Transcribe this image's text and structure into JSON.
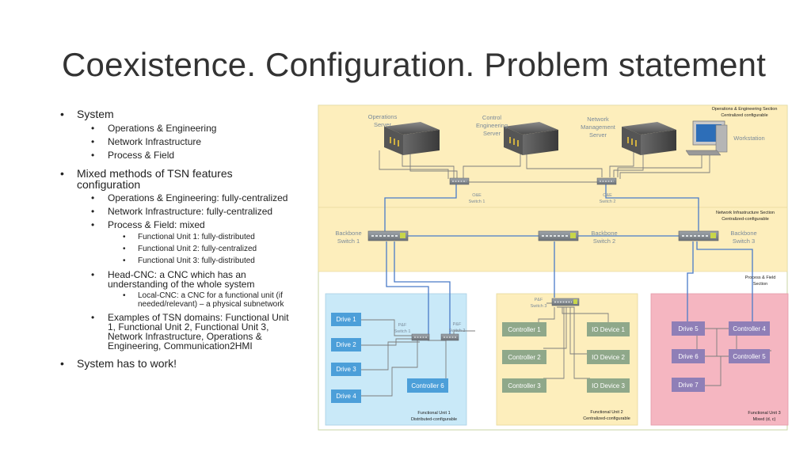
{
  "title": "Coexistence. Configuration. Problem statement",
  "bullets": {
    "system": "System",
    "ops": "Operations & Engineering",
    "net": "Network Infrastructure",
    "proc": "Process & Field",
    "mixed_a": "Mixed methods of TSN features",
    "mixed_b": "configuration",
    "ops_cfg": "Operations & Engineering: fully-centralized",
    "net_cfg": "Network Infrastructure: fully-centralized",
    "proc_cfg": "Process & Field: mixed",
    "fu1": "Functional Unit 1: fully-distributed",
    "fu2": "Functional Unit 2: fully-centralized",
    "fu3": "Functional Unit 3: fully-distributed",
    "head_a": "Head-CNC: a CNC which has an",
    "head_b": "understanding of the whole system",
    "local_a": "Local-CNC: a CNC for a functional unit (if",
    "local_b": "needed/relevant) – a physical subnetwork",
    "ex_a": "Examples of TSN domains: Functional Unit",
    "ex_b": "1, Functional Unit 2, Functional Unit 3,",
    "ex_c": "Network Infrastructure, Operations &",
    "ex_d": "Engineering, Communication2HMI",
    "work": "System has to work!"
  },
  "diagram": {
    "sections": {
      "ops_a": "Operations & Engineering Section",
      "ops_b": "Centralized configurable",
      "net_a": "Network Infrastructure Section",
      "net_b": "Centralized-configurable",
      "proc_a": "Process & Field",
      "proc_b": "Section"
    },
    "servers": {
      "ops_a": "Operations",
      "ops_b": "Server",
      "ctrl_a": "Control",
      "ctrl_b": "Engineering",
      "ctrl_c": "Server",
      "nm_a": "Network",
      "nm_b": "Management",
      "nm_c": "Server",
      "ws": "Workstation"
    },
    "switches": {
      "oe1_a": "O&E",
      "oe1_b": "Switch 1",
      "oe2_a": "O&E",
      "oe2_b": "Switch 2",
      "bb1_a": "Backbone",
      "bb1_b": "Switch 1",
      "bb2_a": "Backbone",
      "bb2_b": "Switch 2",
      "bb3_a": "Backbone",
      "bb3_b": "Switch 3",
      "pf1_a": "P&F",
      "pf1_b": "Switch 1",
      "pf2_a": "P&F",
      "pf2_b": "Switch 2",
      "pf3_a": "P&F",
      "pf3_b": "Switch 3"
    },
    "devices": {
      "drive1": "Drive 1",
      "drive2": "Drive 2",
      "drive3": "Drive 3",
      "drive4": "Drive 4",
      "ctrl6": "Controller 6",
      "ctrl1": "Controller 1",
      "ctrl2": "Controller 2",
      "ctrl3": "Controller 3",
      "io1": "IO Device 1",
      "io2": "IO Device 2",
      "io3": "IO Device 3",
      "drive5": "Drive 5",
      "drive6": "Drive 6",
      "drive7": "Drive 7",
      "ctrl4": "Controller 4",
      "ctrl5": "Controller 5"
    },
    "units": {
      "fu1_a": "Functional Unit 1",
      "fu1_b": "Distributed-configurable",
      "fu2_a": "Functional Unit 2",
      "fu2_b": "Centralized-configurable",
      "fu3_a": "Functional Unit 3",
      "fu3_b": "Mixed (d, c)"
    },
    "colors": {
      "section_bg": "#fdeebc",
      "fu1_bg": "#c9e9f8",
      "fu2_bg": "#fdeebc",
      "fu3_bg": "#f5b6c1",
      "blue_box": "#4c9fd9",
      "green_box": "#8fa88a",
      "purple_box": "#8f7fb7",
      "blue_line": "#4a7bc8"
    }
  }
}
